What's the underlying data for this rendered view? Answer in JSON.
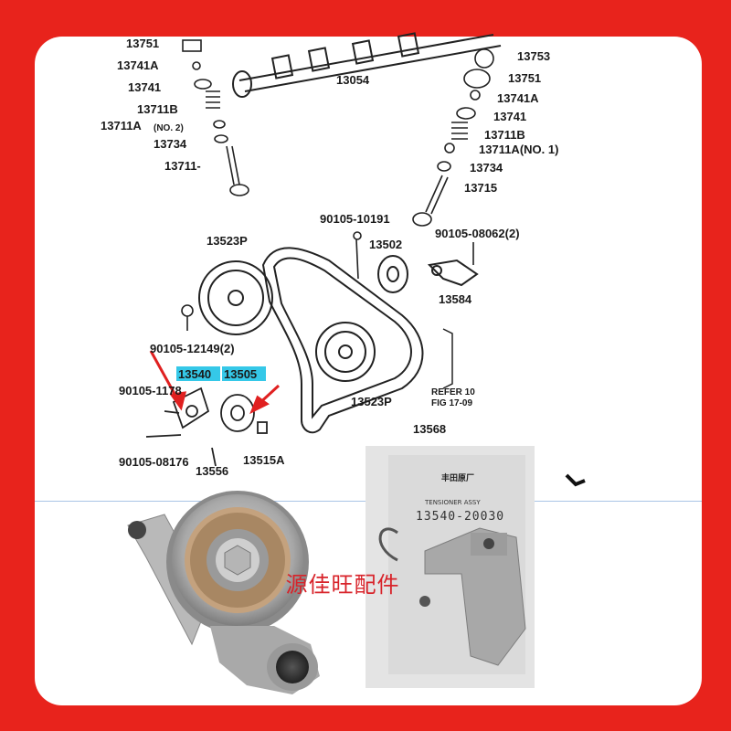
{
  "labels": {
    "l13751_top": "13751",
    "l13741a_left": "13741A",
    "l13741_left": "13741",
    "l13711b_left": "13711B",
    "l13711a_left": "13711A",
    "l13711a_left_note": "(NO. 2)",
    "l13734_left": "13734",
    "l13711_left": "13711-",
    "l13054": "13054",
    "l13753": "13753",
    "l13751_right": "13751",
    "l13741a_right": "13741A",
    "l13741_right": "13741",
    "l13711b_right": "13711B",
    "l13711a_right": "13711A(NO. 1)",
    "l13734_right": "13734",
    "l13715": "13715",
    "l90105_10191": "90105-10191",
    "l90105_08062": "90105-08062(2)",
    "l13523p_top": "13523P",
    "l13502": "13502",
    "l13584": "13584",
    "l90105_12149": "90105-12149(2)",
    "l13540": "13540",
    "l13505": "13505",
    "l90105_1178": "90105-1178",
    "l13523p_bottom": "13523P",
    "l13568": "13568",
    "l_refer_1": "REFER 10",
    "l_refer_2": "FIG 17-09",
    "l90105_08176": "90105-08176",
    "l13556": "13556",
    "l13515a": "13515A"
  },
  "package_label": {
    "title": "TENSIONER ASSY",
    "part_number": "13540-20030",
    "stamp": "丰田原厂"
  },
  "watermark": "源佳旺配件",
  "colors": {
    "frame": "#e8231c",
    "highlight": "#35c8e8",
    "arrow": "#e02020",
    "watermark": "#d8232a"
  }
}
